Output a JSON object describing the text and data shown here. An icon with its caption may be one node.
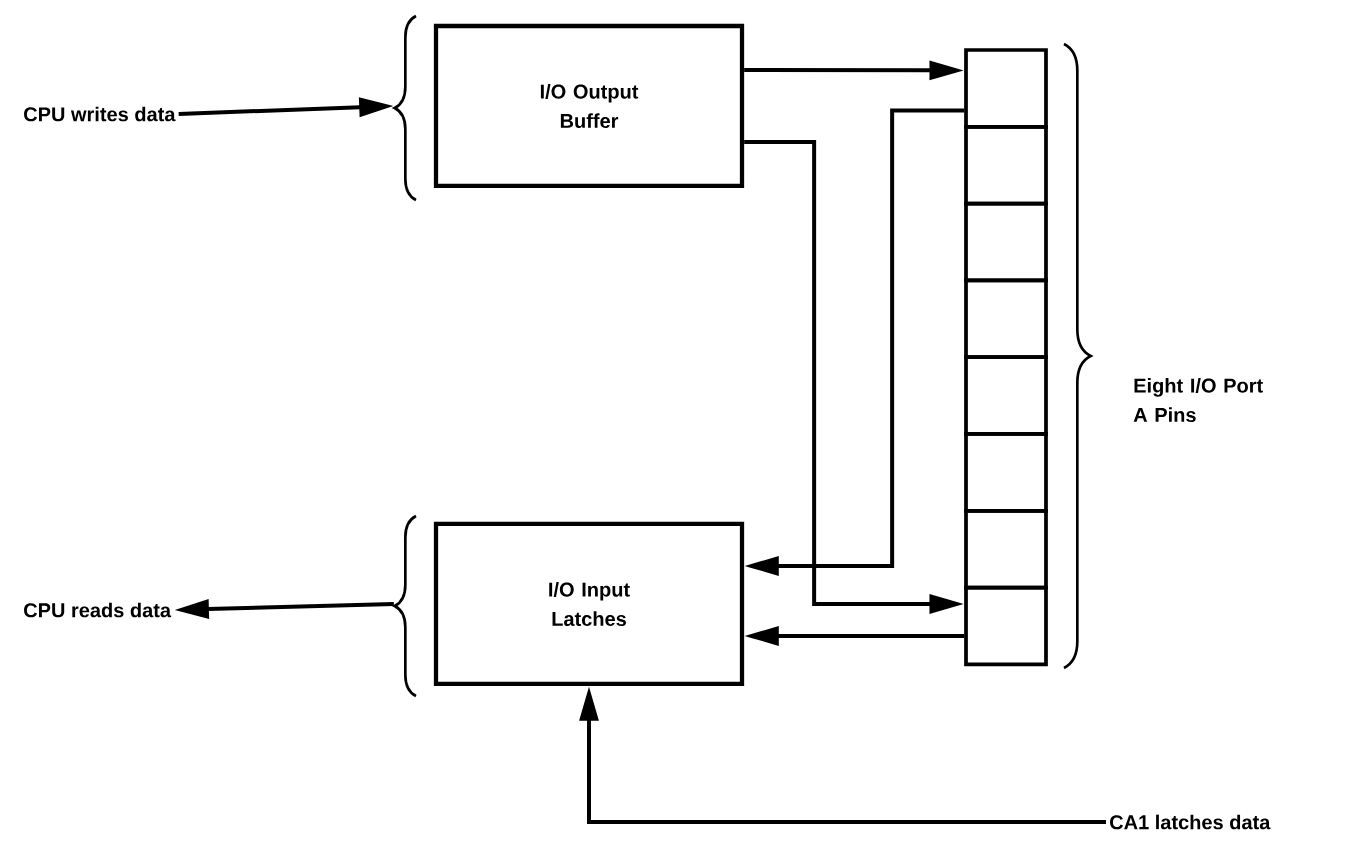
{
  "diagram": {
    "nodes": [
      {
        "text": [
          "CPU writes data"
        ]
      },
      {
        "text": [
          "I/O Output Buffer"
        ]
      },
      {
        "text": [
          "I/O Input Latches"
        ]
      },
      {
        "text": [
          "CPU reads data"
        ]
      },
      {
        "text": [
          "CA1 latches data"
        ]
      },
      {
        "text": [],
        "shape": "box"
      },
      {
        "text": [],
        "shape": "box"
      },
      {
        "text": [],
        "shape": "box"
      },
      {
        "text": [],
        "shape": "box"
      },
      {
        "text": [],
        "shape": "box"
      },
      {
        "text": [],
        "shape": "box"
      },
      {
        "text": [],
        "shape": "box"
      },
      {
        "text": [],
        "shape": "box"
      }
    ],
    "edges": [
      {
        "from": 0,
        "to": 1,
        "arrow": "to"
      },
      {
        "from": 1,
        "to": 5,
        "arrow": "to"
      },
      {
        "from": 5,
        "to": 2,
        "arrow": "to"
      },
      {
        "from": 1,
        "to": 12,
        "arrow": "to"
      },
      {
        "from": 12,
        "to": 2,
        "arrow": "to"
      },
      {
        "from": 2,
        "to": 3,
        "arrow": "to"
      },
      {
        "from": 4,
        "to": 2,
        "arrow": "to"
      }
    ],
    "labels": [
      "Eight I/O Port A Pins"
    ]
  }
}
